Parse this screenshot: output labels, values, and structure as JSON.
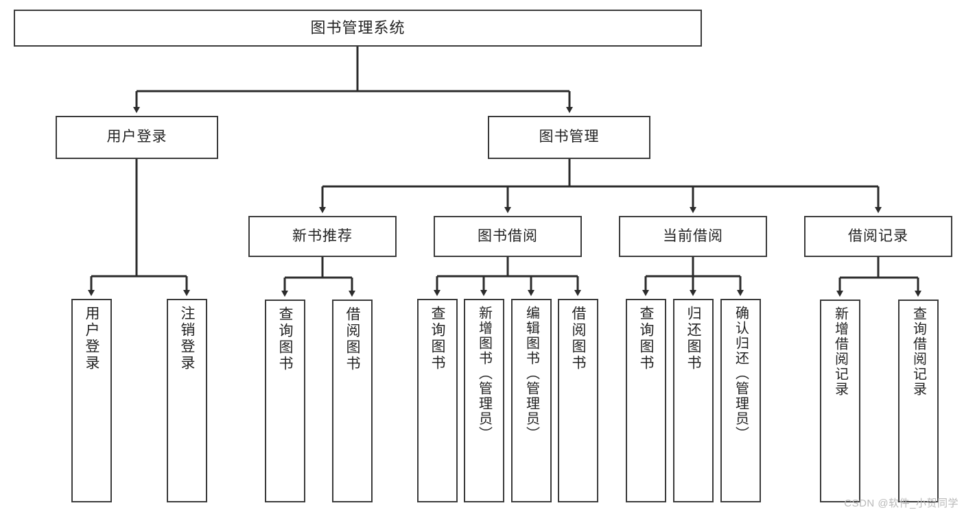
{
  "diagram": {
    "title": "图书管理系统",
    "watermark": "CSDN @软件_小贺同学",
    "colors": {
      "box_border": "#3a3a3a",
      "connector": "#2b2b2b",
      "background": "#ffffff",
      "text": "#222222",
      "watermark": "#b9b9b9"
    },
    "nodes": {
      "root": {
        "label": "图书管理系统"
      },
      "level2": [
        {
          "id": "user-login",
          "label": "用户登录"
        },
        {
          "id": "book-management",
          "label": "图书管理"
        }
      ],
      "level3": [
        {
          "id": "new-book-recommend",
          "label": "新书推荐"
        },
        {
          "id": "book-borrow",
          "label": "图书借阅"
        },
        {
          "id": "current-borrow",
          "label": "当前借阅"
        },
        {
          "id": "borrow-record",
          "label": "借阅记录"
        }
      ],
      "leaves": {
        "user_login": [
          {
            "id": "leaf-user-login",
            "label": "用户登录"
          },
          {
            "id": "leaf-logout-login",
            "label": "注销登录"
          }
        ],
        "new_book_recommend": [
          {
            "id": "leaf-query-book-1",
            "label": "查询图书"
          },
          {
            "id": "leaf-borrow-book-1",
            "label": "借阅图书"
          }
        ],
        "book_borrow": [
          {
            "id": "leaf-query-book-2",
            "label": "查询图书"
          },
          {
            "id": "leaf-add-book",
            "label": "新增图书（管理员）"
          },
          {
            "id": "leaf-edit-book",
            "label": "编辑图书（管理员）"
          },
          {
            "id": "leaf-borrow-book-2",
            "label": "借阅图书"
          }
        ],
        "current_borrow": [
          {
            "id": "leaf-query-book-3",
            "label": "查询图书"
          },
          {
            "id": "leaf-return-book",
            "label": "归还图书"
          },
          {
            "id": "leaf-confirm-return",
            "label": "确认归还（管理员）"
          }
        ],
        "borrow_record": [
          {
            "id": "leaf-add-record",
            "label": "新增借阅记录"
          },
          {
            "id": "leaf-query-record",
            "label": "查询借阅记录"
          }
        ]
      }
    }
  }
}
